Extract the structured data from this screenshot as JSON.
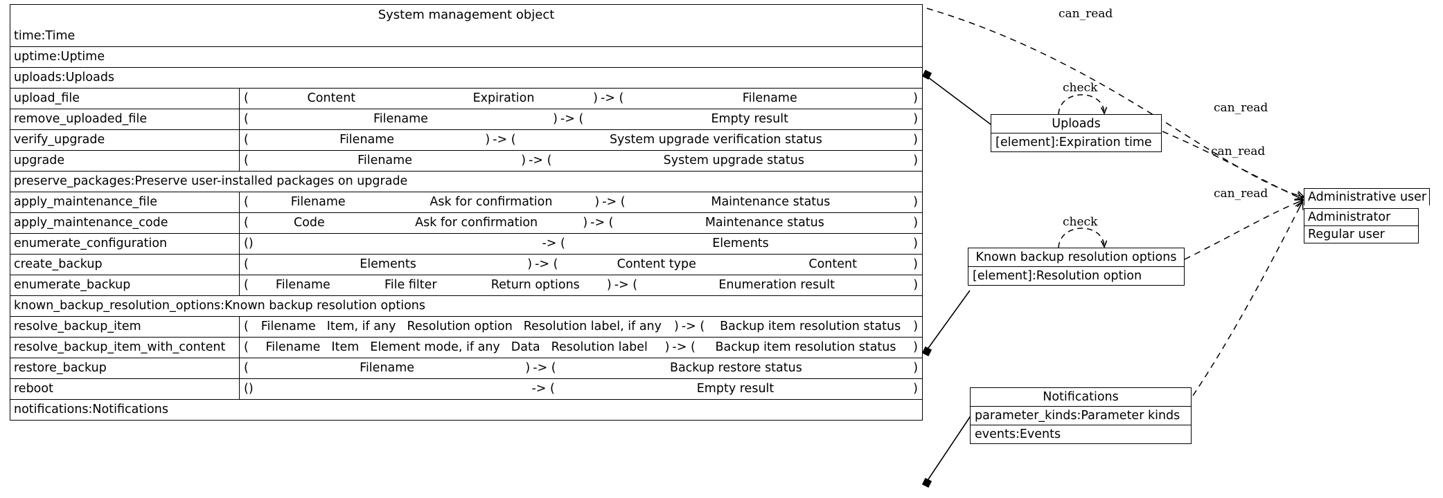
{
  "diagram": {
    "type": "uml-class-diagram",
    "main_class": {
      "title": "System management object",
      "rows": [
        {
          "kind": "attribute",
          "name": "time:Time"
        },
        {
          "kind": "attribute",
          "name": "uptime:Uptime"
        },
        {
          "kind": "attribute",
          "name": "uploads:Uploads"
        },
        {
          "kind": "operation",
          "name": "upload_file",
          "inputs": [
            "Content",
            "Expiration"
          ],
          "outputs": [
            "Filename"
          ]
        },
        {
          "kind": "operation",
          "name": "remove_uploaded_file",
          "inputs": [
            "Filename"
          ],
          "outputs": [
            "Empty result"
          ]
        },
        {
          "kind": "operation",
          "name": "verify_upgrade",
          "inputs": [
            "Filename"
          ],
          "outputs": [
            "System upgrade verification status"
          ]
        },
        {
          "kind": "operation",
          "name": "upgrade",
          "inputs": [
            "Filename"
          ],
          "outputs": [
            "System upgrade status"
          ]
        },
        {
          "kind": "attribute",
          "name": "preserve_packages:Preserve user-installed packages on upgrade"
        },
        {
          "kind": "operation",
          "name": "apply_maintenance_file",
          "inputs": [
            "Filename",
            "Ask for confirmation"
          ],
          "outputs": [
            "Maintenance status"
          ]
        },
        {
          "kind": "operation",
          "name": "apply_maintenance_code",
          "inputs": [
            "Code",
            "Ask for confirmation"
          ],
          "outputs": [
            "Maintenance status"
          ]
        },
        {
          "kind": "operation",
          "name": "enumerate_configuration",
          "inputs": [],
          "outputs": [
            "Elements"
          ]
        },
        {
          "kind": "operation",
          "name": "create_backup",
          "inputs": [
            "Elements"
          ],
          "outputs": [
            "Content type",
            "Content"
          ]
        },
        {
          "kind": "operation",
          "name": "enumerate_backup",
          "inputs": [
            "Filename",
            "File filter",
            "Return options"
          ],
          "outputs": [
            "Enumeration result"
          ]
        },
        {
          "kind": "attribute",
          "name": "known_backup_resolution_options:Known backup resolution options"
        },
        {
          "kind": "operation",
          "name": "resolve_backup_item",
          "inputs": [
            "Filename",
            "Item, if any",
            "Resolution option",
            "Resolution label, if any"
          ],
          "outputs": [
            "Backup item resolution status"
          ],
          "dense": true
        },
        {
          "kind": "operation",
          "name": "resolve_backup_item_with_content",
          "inputs": [
            "Filename",
            "Item",
            "Element mode, if any",
            "Data",
            "Resolution label"
          ],
          "outputs": [
            "Backup item resolution status"
          ],
          "dense": true
        },
        {
          "kind": "operation",
          "name": "restore_backup",
          "inputs": [
            "Filename"
          ],
          "outputs": [
            "Backup restore status"
          ]
        },
        {
          "kind": "operation",
          "name": "reboot",
          "inputs": [],
          "outputs": [
            "Empty result"
          ]
        },
        {
          "kind": "attribute",
          "name": "notifications:Notifications"
        }
      ]
    },
    "satellite_classes": [
      {
        "id": "uploads",
        "title": "Uploads",
        "items": [
          "[element]:Expiration time"
        ]
      },
      {
        "id": "known_backup_resolution_options",
        "title": "Known backup resolution options",
        "items": [
          "[element]:Resolution option"
        ]
      },
      {
        "id": "notifications",
        "title": "Notifications",
        "items": [
          "parameter_kinds:Parameter kinds",
          "events:Events"
        ]
      },
      {
        "id": "administrative_user",
        "title": "Administrative user",
        "items": [
          "Administrator",
          "Regular user"
        ]
      }
    ],
    "edge_labels": [
      {
        "id": "can_read_1",
        "text": "can_read"
      },
      {
        "id": "check_1",
        "text": "check"
      },
      {
        "id": "can_read_2",
        "text": "can_read"
      },
      {
        "id": "can_read_3",
        "text": "can_read"
      },
      {
        "id": "check_2",
        "text": "check"
      },
      {
        "id": "can_read_4",
        "text": "can_read"
      }
    ],
    "symbols": {
      "arrow": "-> (",
      "open_paren": "(",
      "close_paren": ")",
      "empty_args": "()"
    }
  }
}
